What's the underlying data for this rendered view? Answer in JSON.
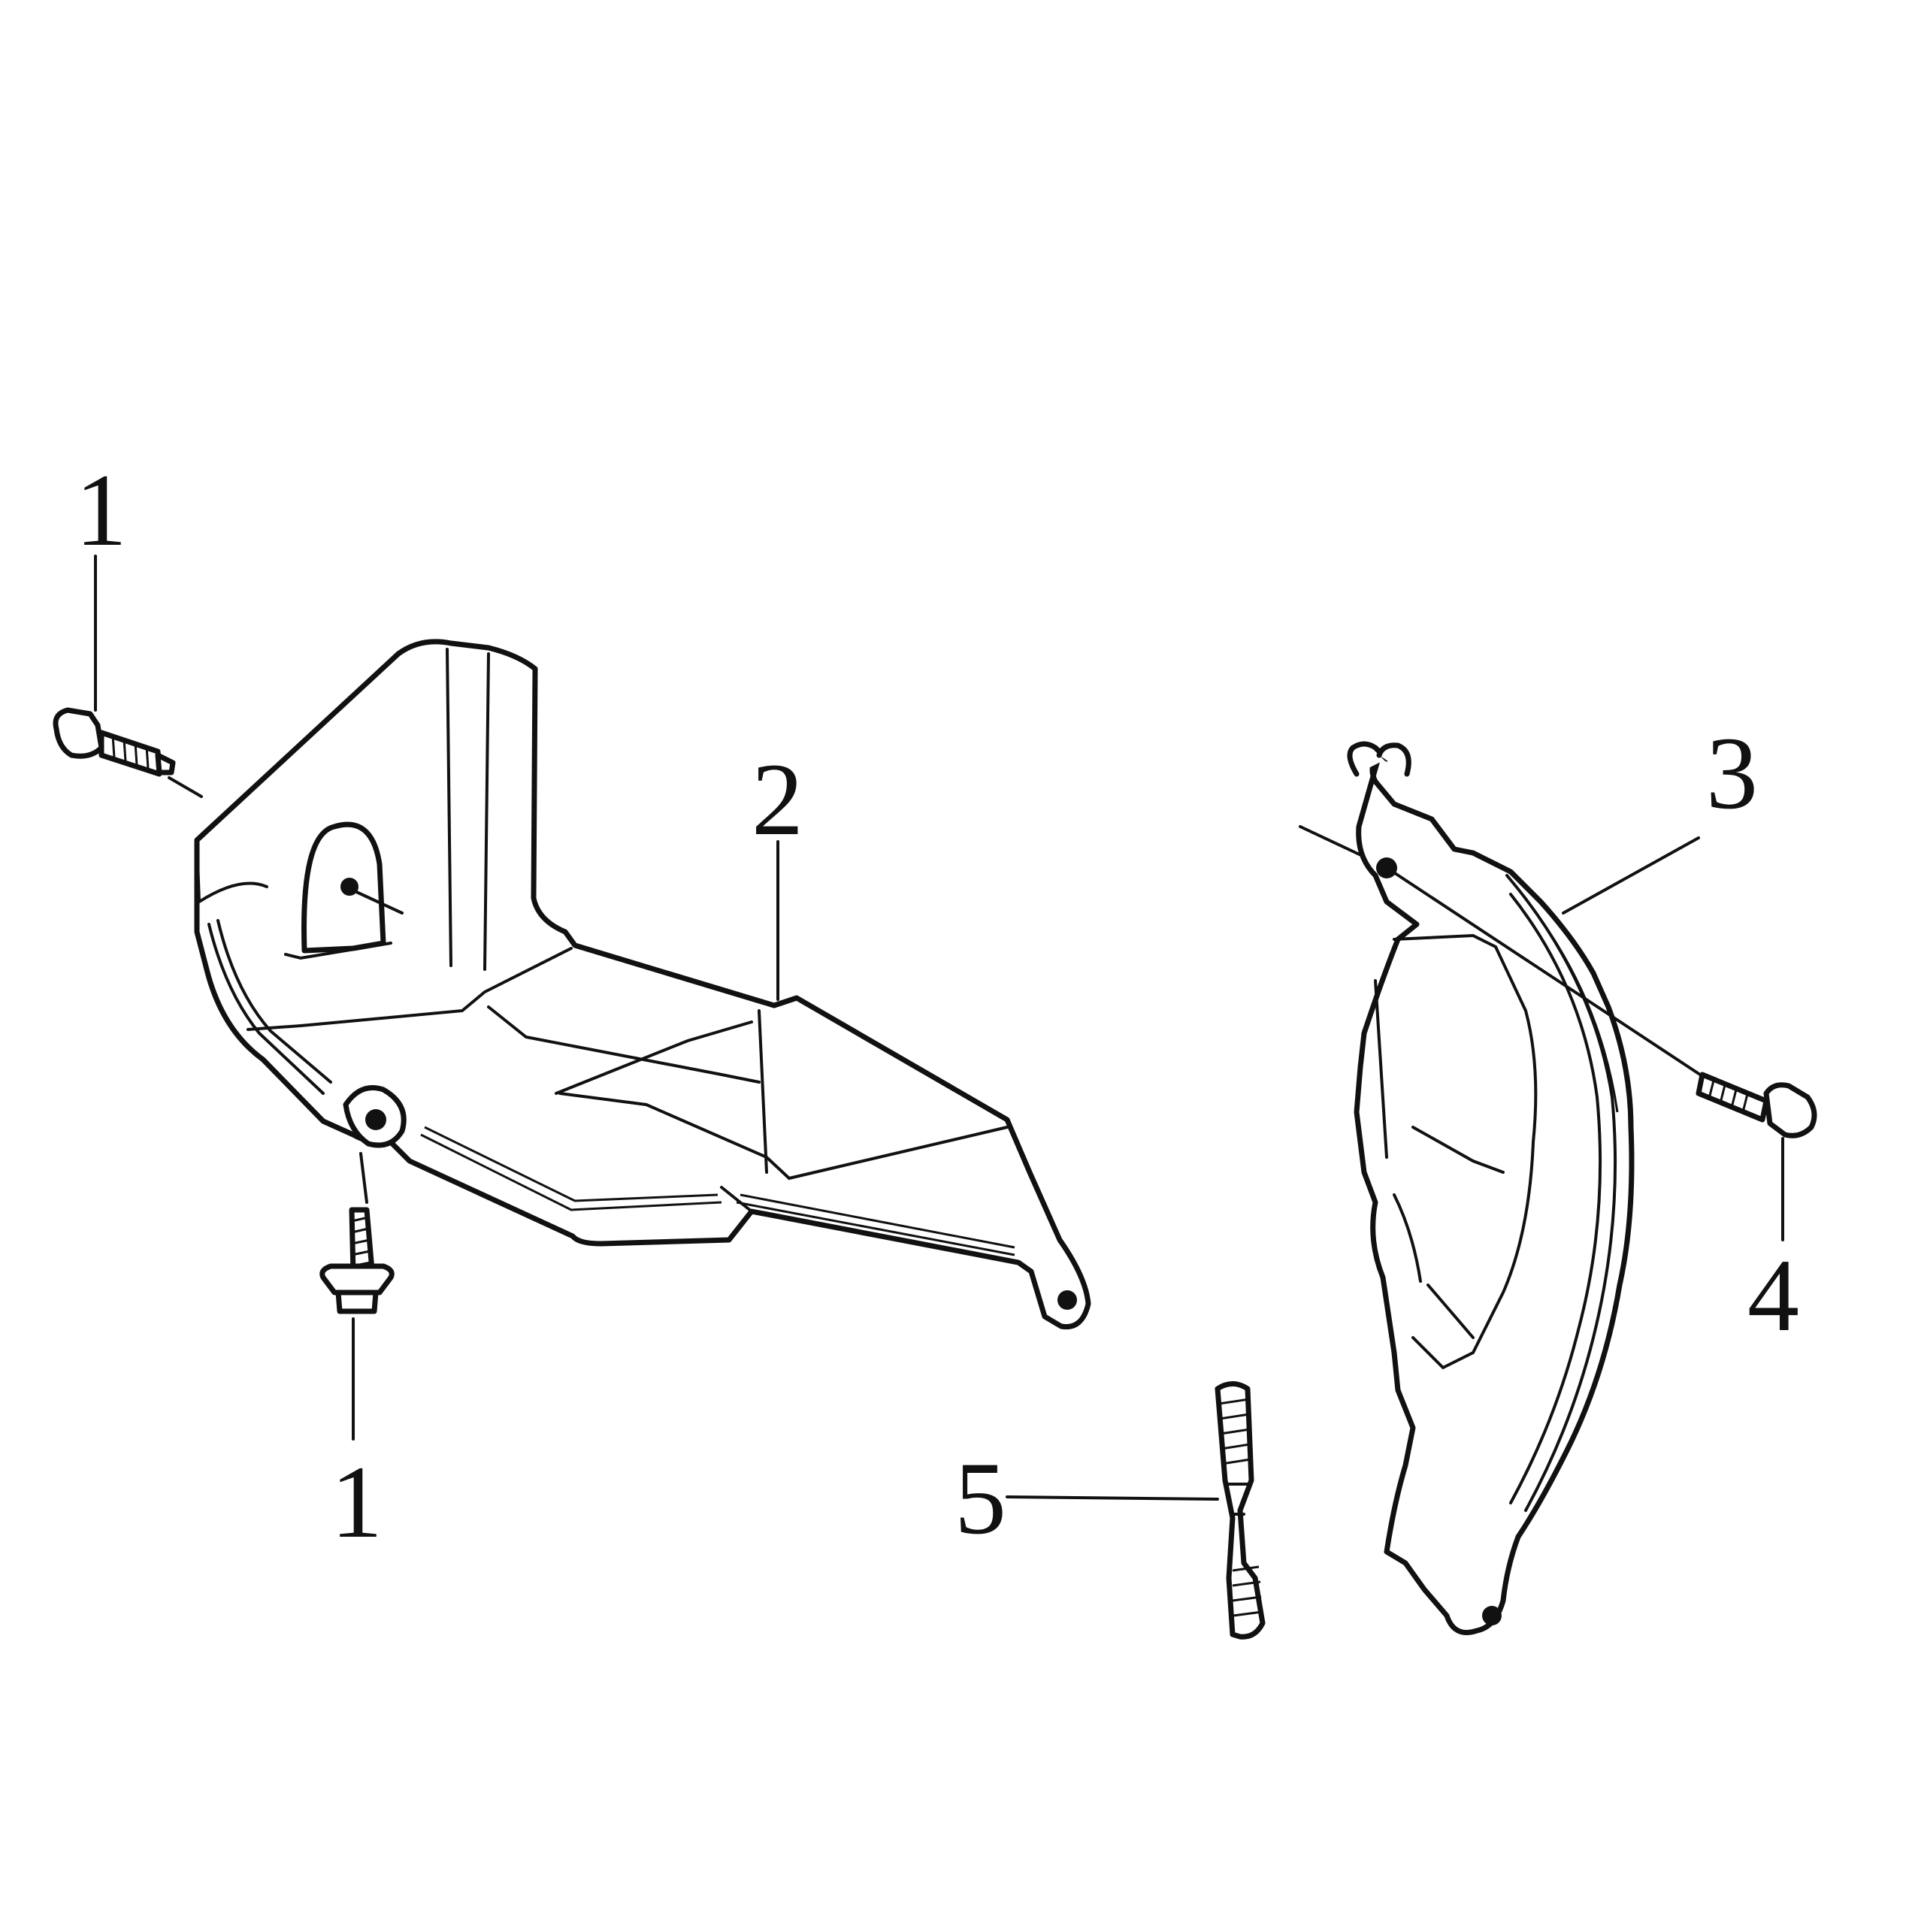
{
  "callouts": {
    "screw_top": "1",
    "skid_plate": "2",
    "side_guard": "3",
    "bolt_right": "4",
    "stud": "5",
    "screw_bottom": "1"
  }
}
